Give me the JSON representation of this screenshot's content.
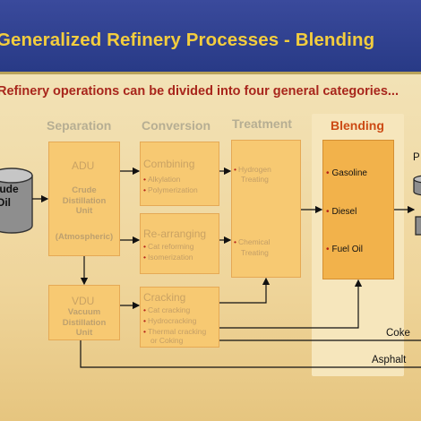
{
  "header": {
    "title": "Generalized Refinery Processes - Blending"
  },
  "subtitle": "Refinery operations can be divided into four general categories...",
  "columns": {
    "separation": "Separation",
    "conversion": "Conversion",
    "treatment": "Treatment",
    "blending": "Blending"
  },
  "crude": {
    "label_line1": "Crude",
    "label_line2": "Oil"
  },
  "products_tank": {
    "label": "P"
  },
  "adu": {
    "title": "ADU",
    "sub": [
      "Crude",
      "Distillation",
      "Unit"
    ],
    "note": "(Atmospheric)"
  },
  "vdu": {
    "title": "VDU",
    "sub": [
      "Vacuum",
      "Distillation",
      "Unit"
    ]
  },
  "combining": {
    "title": "Combining",
    "items": [
      "Alkylation",
      "Polymerization"
    ]
  },
  "rearranging": {
    "title": "Re-arranging",
    "items": [
      "Cat reforming",
      "Isomerization"
    ]
  },
  "cracking": {
    "title": "Cracking",
    "items": [
      "Cat cracking",
      "Hydrocracking",
      "Thermal cracking",
      "or Coking"
    ]
  },
  "treatment": {
    "hydrogen": [
      "Hydrogen",
      "Treating"
    ],
    "chemical": [
      "Chemical",
      "Treating"
    ]
  },
  "blending": {
    "items": [
      "Gasoline",
      "Diesel",
      "Fuel Oil"
    ]
  },
  "side_products": {
    "coke": "Coke",
    "asphalt": "Asphalt"
  },
  "colors": {
    "header_bg": "#2e3f8e",
    "title": "#f3cd3e",
    "subtitle": "#a8261c",
    "box_fill": "#f7c972",
    "blend_head": "#cc4a14",
    "bullet": "#b4241a"
  }
}
